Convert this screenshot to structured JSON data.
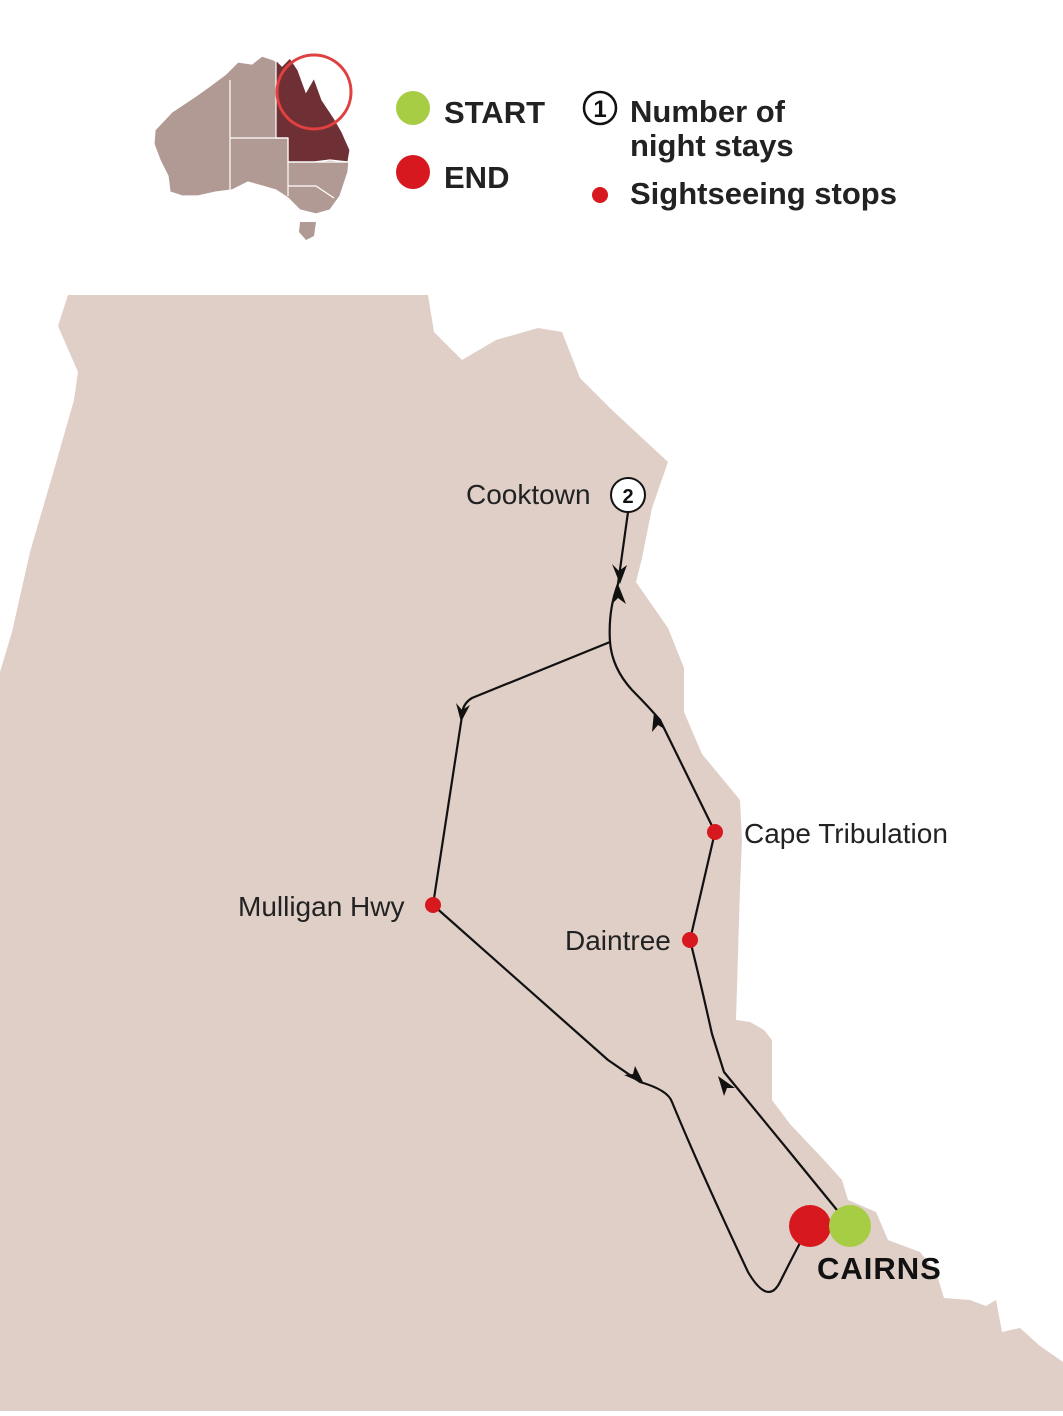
{
  "legend": {
    "start_label": "START",
    "end_label": "END",
    "nights_symbol": "①",
    "nights_label_line1": "Number of",
    "nights_label_line2": "night stays",
    "stops_label": "Sightseeing stops"
  },
  "places": {
    "cooktown": {
      "label": "Cooktown",
      "nights": "2"
    },
    "cape_tribulation": {
      "label": "Cape Tribulation"
    },
    "daintree": {
      "label": "Daintree"
    },
    "mulligan_hwy": {
      "label": "Mulligan Hwy"
    },
    "cairns": {
      "label": "CAIRNS"
    }
  },
  "colors": {
    "land": "#dfcfc6",
    "inset_land": "#b29a94",
    "inset_highlight": "#6e3035",
    "inset_circle": "#e04040",
    "start": "#a7cd45",
    "end": "#d7191f",
    "stop": "#d7191f",
    "route": "#111111"
  },
  "icons": {
    "inset": "australia-inset-map",
    "start": "start-dot-icon",
    "end": "end-dot-icon",
    "stop": "sightseeing-stop-icon",
    "nights": "night-stays-circle-icon"
  }
}
